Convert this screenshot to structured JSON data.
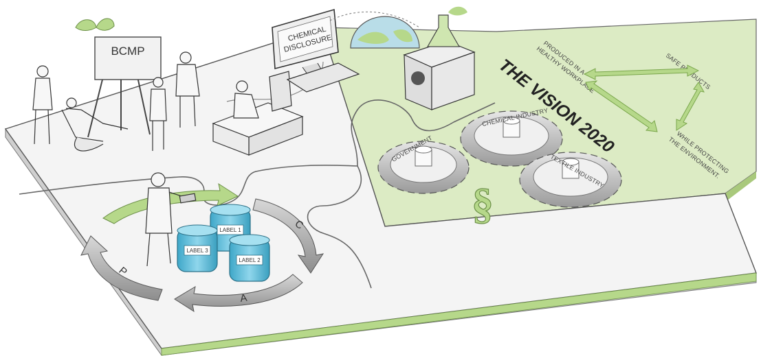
{
  "flipchart": {
    "label": "BCMP"
  },
  "monitor": {
    "line1": "CHEMICAL",
    "line2": "DISCLOSURE"
  },
  "vision": {
    "title": "THE VISION 2020",
    "produced_line1": "PRODUCED IN A",
    "produced_line2": "HEALTHY WORKPLACE",
    "safe_products": "SAFE PRODUCTS",
    "protecting_line1": "WHILE PROTECTING",
    "protecting_line2": "THE ENVIRONMENT."
  },
  "gears": {
    "government": "GOVERNMENT",
    "chemical_industry": "CHEMICAL INDUSTRY",
    "textile_industry": "TEXTILE INDUSTRY"
  },
  "law_symbol": "§",
  "cycle": {
    "p": "P",
    "a": "A",
    "c": "C"
  },
  "drums": {
    "label1": "LABEL 1",
    "label2": "LABEL 2",
    "label3": "LABEL 3"
  },
  "colors": {
    "accent_green": "#b6d88a",
    "light_green": "#dcebc4",
    "paper": "#f4f4f4",
    "ink": "#333333",
    "drum_blue": "#6fc3dd"
  }
}
